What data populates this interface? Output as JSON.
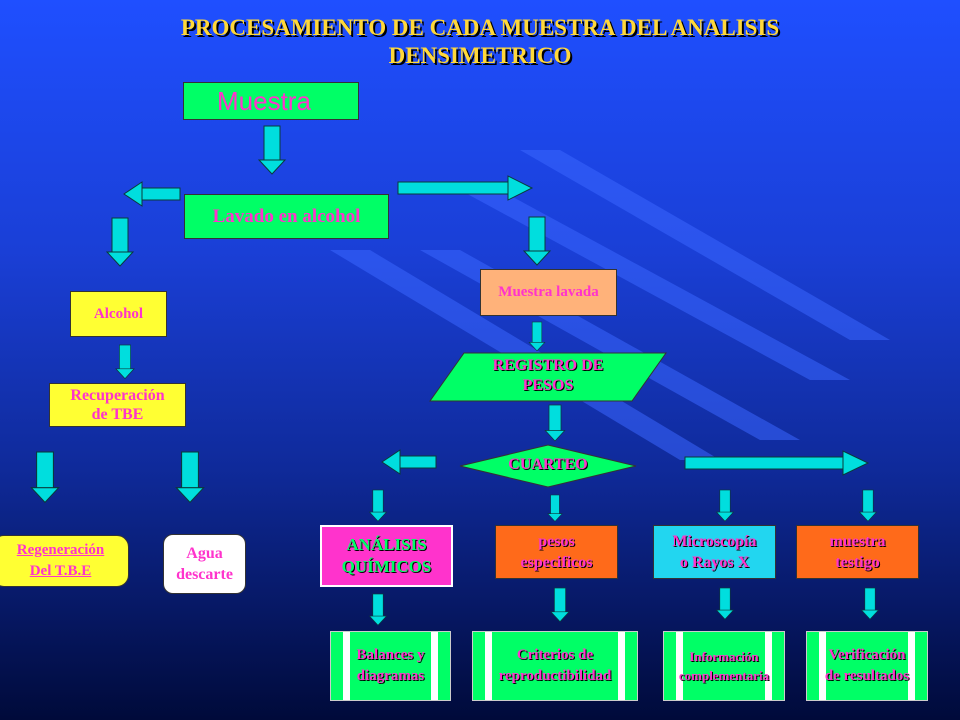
{
  "title_line1": "PROCESAMIENTO DE CADA MUESTRA DEL ANALISIS",
  "title_line2": "DENSIMETRICO",
  "nodes": {
    "muestra": "Muestra",
    "lavado": "Lavado en alcohol",
    "alcohol": "Alcohol",
    "recuperacion_1": "Recuperación",
    "recuperacion_2": "de TBE",
    "regeneracion_1": "Regeneración",
    "regeneracion_2": "Del T.B.E",
    "agua_1": "Agua",
    "agua_2": "descarte",
    "muestra_lavada": "Muestra lavada",
    "registro_1": "REGISTRO DE",
    "registro_2": "PESOS",
    "cuarteo": "CUARTEO",
    "analisis_1": "ANÁLISIS",
    "analisis_2": "QUÍMICOS",
    "pesos_1": "pesos",
    "pesos_2": "especificos",
    "micro_1": "Microscopía",
    "micro_2": "o Rayos X",
    "testigo_1": "muestra",
    "testigo_2": "testigo",
    "balances_1": "Balances y",
    "balances_2": "diagramas",
    "criterios_1": "Criterios de",
    "criterios_2": "reproductibilidad",
    "info_1": "Información",
    "info_2": "complementaria",
    "verif_1": "Verificación",
    "verif_2": "de resultados"
  },
  "colors": {
    "title": "#ffd83a",
    "green": "#00ff66",
    "yellow": "#ffff33",
    "salmon": "#ffb27a",
    "orange": "#ff6a1a",
    "cyan": "#22d6f0",
    "magenta": "#ff33cc",
    "arrow": "#00dede"
  }
}
